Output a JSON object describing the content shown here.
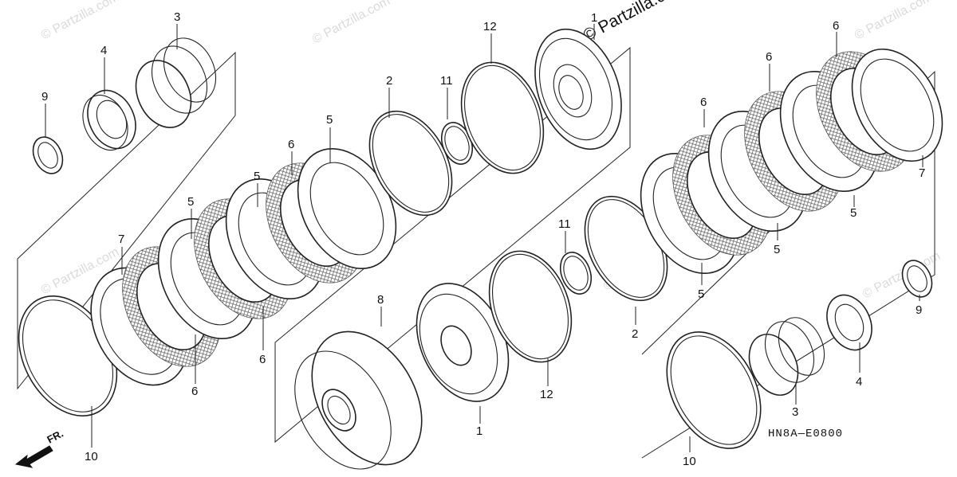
{
  "diagram": {
    "diagram_code": "HN8A—E0800",
    "direction_label": "FR.",
    "watermark_text": "© Partzilla.com",
    "callouts": [
      {
        "id": "c1a",
        "label": "1"
      },
      {
        "id": "c1b",
        "label": "1"
      },
      {
        "id": "c2a",
        "label": "2"
      },
      {
        "id": "c2b",
        "label": "2"
      },
      {
        "id": "c3a",
        "label": "3"
      },
      {
        "id": "c3b",
        "label": "3"
      },
      {
        "id": "c4a",
        "label": "4"
      },
      {
        "id": "c4b",
        "label": "4"
      },
      {
        "id": "c5a",
        "label": "5"
      },
      {
        "id": "c5b",
        "label": "5"
      },
      {
        "id": "c5c",
        "label": "5"
      },
      {
        "id": "c5d",
        "label": "5"
      },
      {
        "id": "c5e",
        "label": "5"
      },
      {
        "id": "c5f",
        "label": "5"
      },
      {
        "id": "c6a",
        "label": "6"
      },
      {
        "id": "c6b",
        "label": "6"
      },
      {
        "id": "c6c",
        "label": "6"
      },
      {
        "id": "c6d",
        "label": "6"
      },
      {
        "id": "c6e",
        "label": "6"
      },
      {
        "id": "c6f",
        "label": "6"
      },
      {
        "id": "c7a",
        "label": "7"
      },
      {
        "id": "c7b",
        "label": "7"
      },
      {
        "id": "c8",
        "label": "8"
      },
      {
        "id": "c9a",
        "label": "9"
      },
      {
        "id": "c9b",
        "label": "9"
      },
      {
        "id": "c10a",
        "label": "10"
      },
      {
        "id": "c10b",
        "label": "10"
      },
      {
        "id": "c11a",
        "label": "11"
      },
      {
        "id": "c11b",
        "label": "11"
      },
      {
        "id": "c12a",
        "label": "12"
      },
      {
        "id": "c12b",
        "label": "12"
      }
    ]
  }
}
